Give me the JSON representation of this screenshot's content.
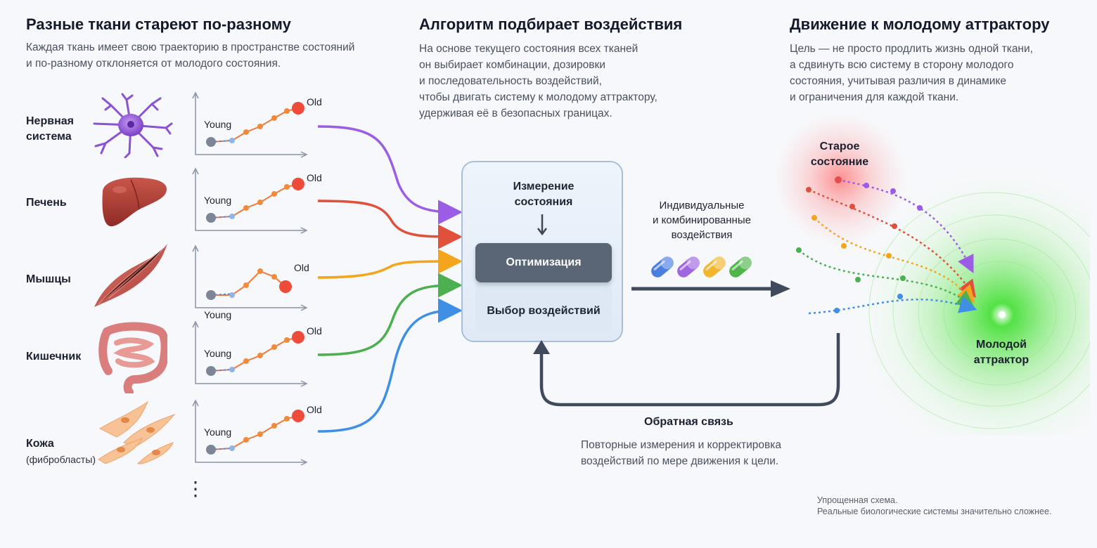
{
  "left": {
    "title": "Разные ткани стареют по-разному",
    "description": "Каждая ткань имеет свою траекторию в пространстве состояний\nи по-разному отклоняется от молодого состояния.",
    "young_label": "Young",
    "old_label": "Old",
    "tissues": [
      {
        "label": "Нервная\nсистема",
        "sublabel": "",
        "color": "#9b5de5",
        "icon": "neuron-icon"
      },
      {
        "label": "Печень",
        "sublabel": "",
        "color": "#e0503a",
        "icon": "liver-icon"
      },
      {
        "label": "Мышцы",
        "sublabel": "",
        "color": "#f4a51c",
        "icon": "muscle-icon"
      },
      {
        "label": "Кишечник",
        "sublabel": "",
        "color": "#4caf50",
        "icon": "intestine-icon"
      },
      {
        "label": "Кожа",
        "sublabel": "(фибробласты)",
        "color": "#3f8fe6",
        "icon": "fibroblast-icon"
      }
    ],
    "ellipsis": "⋮"
  },
  "middle": {
    "title": "Алгоритм подбирает воздействия",
    "description": "На основе текущего состояния всех тканей\nон выбирает комбинации, дозировки\nи последовательность воздействий,\nчтобы двигать систему к молодому аттрактору,\nудерживая её в безопасных границах.",
    "measure_label": "Измерение\nсостояния",
    "optimize_label": "Оптимизация",
    "select_label": "Выбор воздействий",
    "interventions_label": "Индивидуальные\nи комбинированные\nвоздействия",
    "pill_colors": [
      "#4a7fe0",
      "#a065e0",
      "#f2b62e",
      "#4fb54a"
    ],
    "feedback_title": "Обратная связь",
    "feedback_desc": "Повторные измерения и корректировка\nвоздействий по мере движения к цели."
  },
  "right": {
    "title": "Движение к молодому аттрактору",
    "description": "Цель — не просто продлить жизнь одной ткани,\nа сдвинуть всю систему в сторону молодого\nсостояния, учитывая различия в динамике\nи ограничения для каждой ткани.",
    "old_state_label": "Старое\nсостояние",
    "attractor_label": "Молодой\nаттрактор",
    "note": "Упрощенная схема.\nРеальные биологические системы значительно сложнее.",
    "old_color": "#ff5a5a",
    "attractor_color": "#39d62e"
  }
}
